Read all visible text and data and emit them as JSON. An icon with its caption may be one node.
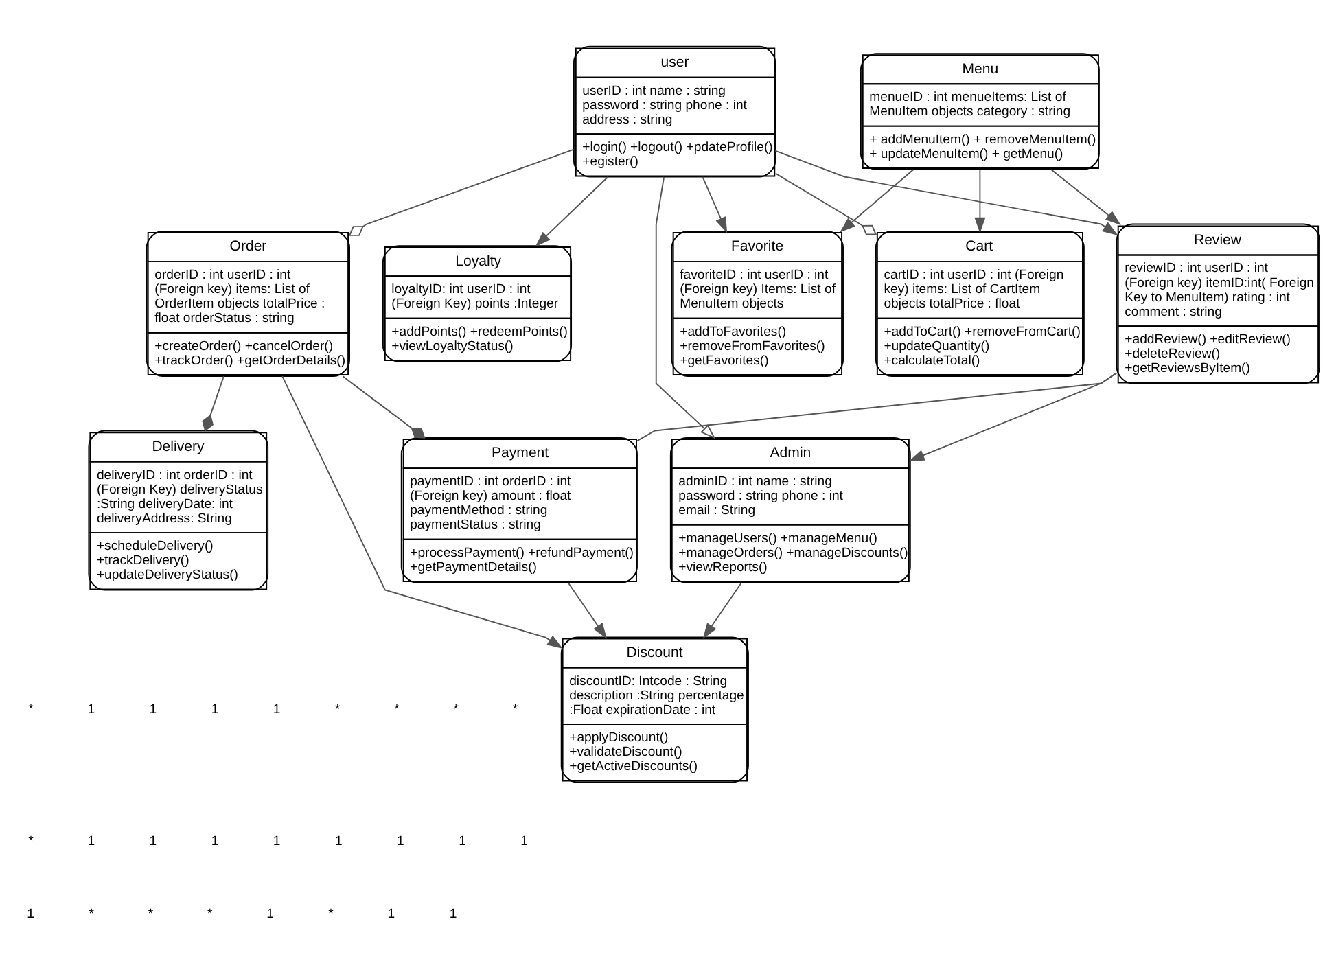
{
  "diagram": {
    "nodes": [
      {
        "text": [
          "Admin",
          "adminID : int name : string password : string phone : int email : String",
          "+manageUsers() +manageMenu() +manageOrders() +manageDiscounts() +viewReports()"
        ]
      },
      {
        "text": [
          "Menu",
          "menueID : int menueItems: List of MenuItem objects category : string",
          "+ addMenuItem() + removeMenuItem() + updateMenuItem() + getMenu()"
        ]
      },
      {
        "text": [
          "Favorite",
          "favoriteID : int userID : int (Foreign key) Items: List of MenuItem objects",
          "+addToFavorites() +removeFromFavorites() +getFavorites()"
        ]
      },
      {
        "text": [
          "Order",
          "orderID : int userID : int (Foreign key) items: List of OrderItem objects totalPrice : float orderStatus : string",
          "+createOrder() +cancelOrder() +trackOrder() +getOrderDetails()"
        ]
      },
      {
        "text": [
          "user",
          "userID : int name : string password : string phone : int address : string",
          "+login() +logout() +pdateProfile() +egister()"
        ]
      },
      {
        "text": [
          "Cart",
          "cartID : int userID : int (Foreign key) items: List of CartItem objects totalPrice : float",
          "+addToCart() +removeFromCart() +updateQuantity() +calculateTotal()"
        ]
      },
      {
        "text": [
          "Loyalty",
          "loyaltyID: int userID : int (Foreign Key) points :Integer",
          "+addPoints() +redeemPoints() +viewLoyaltyStatus()"
        ]
      },
      {
        "text": [
          "Review",
          "reviewID : int userID : int (Foreign key) itemID:int( Foreign Key to MenuItem) rating : int comment : string",
          "+addReview() +editReview() +deleteReview() +getReviewsByItem()"
        ]
      },
      {
        "text": [
          "Payment",
          "paymentID : int orderID : int (Foreign key) amount : float paymentMethod : string paymentStatus : string",
          "+processPayment() +refundPayment() +getPaymentDetails()"
        ]
      },
      {
        "text": [
          "Discount",
          "discountID: Intcode : String description :String percentage :Float expirationDate : int",
          "+applyDiscount() +validateDiscount() +getActiveDiscounts()"
        ]
      },
      {
        "text": [
          "Delivery",
          "deliveryID : int orderID : int (Foreign Key) deliveryStatus :String deliveryDate: int deliveryAddress: String",
          "+scheduleDelivery() +trackDelivery() +updateDeliveryStatus()"
        ]
      }
    ],
    "edges": [
      {
        "from": 7,
        "to": 0,
        "arrow": "to"
      },
      {
        "from": 4,
        "to": 0,
        "arrow": "to"
      },
      {
        "from": 0,
        "to": 9,
        "arrow": "to"
      },
      {
        "from": 1,
        "to": 2,
        "arrow": "to"
      },
      {
        "from": 1,
        "to": 5,
        "arrow": "to"
      },
      {
        "from": 1,
        "to": 7,
        "arrow": "to"
      },
      {
        "from": 4,
        "to": 2,
        "arrow": "to"
      },
      {
        "from": 4,
        "to": 3,
        "arrow": "other"
      },
      {
        "from": 4,
        "to": 5,
        "arrow": "other"
      },
      {
        "from": 4,
        "to": 6,
        "arrow": "to"
      },
      {
        "from": 4,
        "to": 7,
        "arrow": "to"
      },
      {
        "from": 7,
        "to": 8,
        "arrow": "none"
      },
      {
        "from": 8,
        "to": 9,
        "arrow": "to"
      },
      {
        "from": 3,
        "to": 8,
        "arrow": "other"
      },
      {
        "from": 3,
        "to": 9,
        "arrow": "to"
      },
      {
        "from": 3,
        "to": 10,
        "arrow": "other"
      }
    ],
    "labels": [
      "*",
      "1",
      "1",
      "1",
      "1",
      "*",
      "*",
      "*",
      "*",
      "*",
      "1",
      "1",
      "1",
      "1",
      "1",
      "1",
      "1",
      "1",
      "1",
      "*",
      "*",
      "*",
      "1",
      "*",
      "1",
      "1"
    ]
  }
}
